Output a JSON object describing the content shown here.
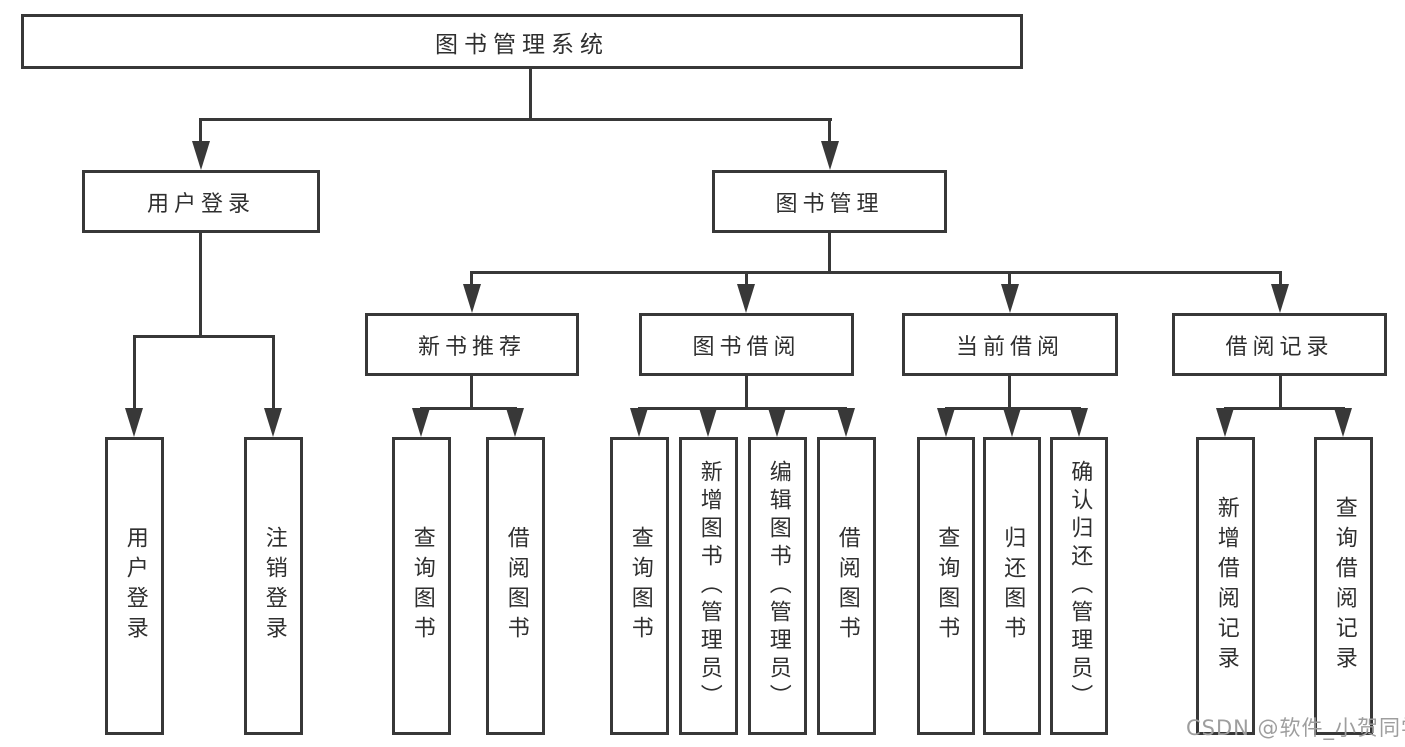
{
  "tree": {
    "root": {
      "label": "图书管理系统",
      "children": [
        {
          "label": "用户登录",
          "children": [
            {
              "label": "用户登录"
            },
            {
              "label": "注销登录"
            }
          ]
        },
        {
          "label": "图书管理",
          "children": [
            {
              "label": "新书推荐",
              "children": [
                {
                  "label": "查询图书"
                },
                {
                  "label": "借阅图书"
                }
              ]
            },
            {
              "label": "图书借阅",
              "children": [
                {
                  "label": "查询图书"
                },
                {
                  "label": "新增图书（管理员）"
                },
                {
                  "label": "编辑图书（管理员）"
                },
                {
                  "label": "借阅图书"
                }
              ]
            },
            {
              "label": "当前借阅",
              "children": [
                {
                  "label": "查询图书"
                },
                {
                  "label": "归还图书"
                },
                {
                  "label": "确认归还（管理员）"
                }
              ]
            },
            {
              "label": "借阅记录",
              "children": [
                {
                  "label": "新增借阅记录"
                },
                {
                  "label": "查询借阅记录"
                }
              ]
            }
          ]
        }
      ]
    }
  },
  "watermark": {
    "text": "CSDN @软件_小贺同学"
  },
  "colors": {
    "line": "#383838",
    "text": "#2f2f2f",
    "watermark": "#9e9e9e",
    "background": "#ffffff"
  }
}
